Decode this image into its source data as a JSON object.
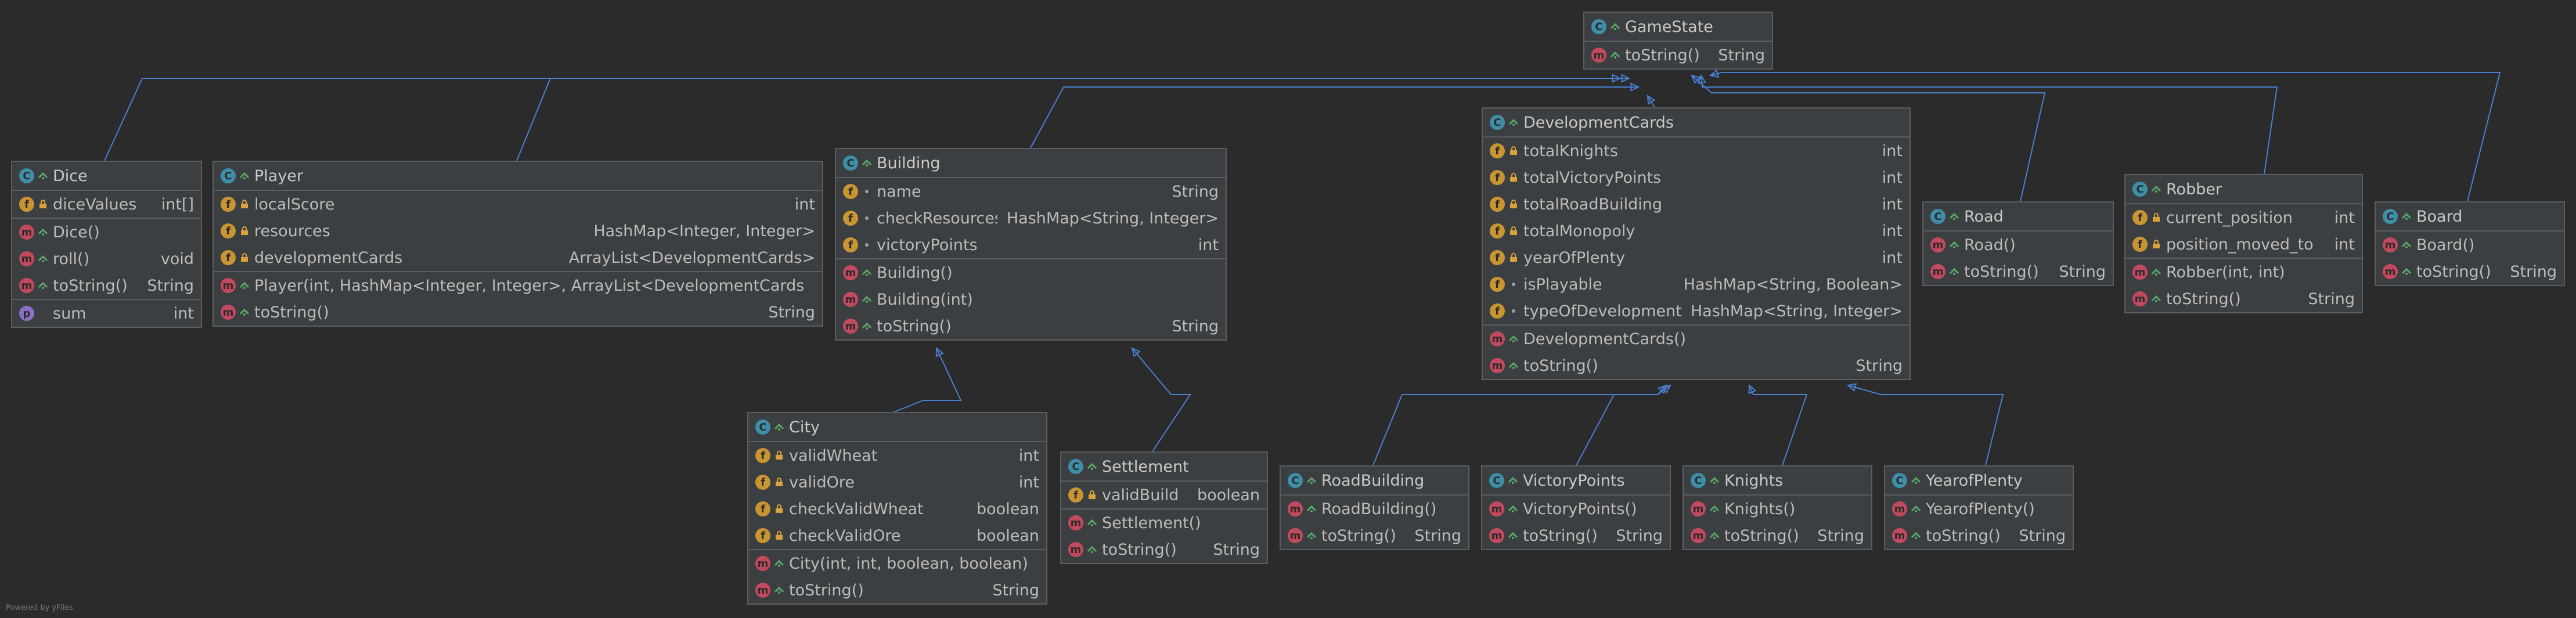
{
  "colors": {
    "background": "#2b2b2b",
    "node_fill": "#3c3f41",
    "edge": "#4a7fd0",
    "class_badge": "#3e8ea8",
    "field_badge": "#c99532",
    "method_badge": "#c34a5e",
    "property_badge": "#8c6fc5"
  },
  "watermark": "Powered by yFiles",
  "classes": {
    "gamestate": {
      "name": "GameState",
      "rows": [
        {
          "kind": "m",
          "name": "toString()",
          "type": "String"
        }
      ]
    },
    "dice": {
      "name": "Dice",
      "rows": [
        {
          "kind": "f",
          "name": "diceValues",
          "type": "int[]"
        },
        {
          "kind": "m",
          "name": "Dice()",
          "type": ""
        },
        {
          "kind": "m",
          "name": "roll()",
          "type": "void"
        },
        {
          "kind": "m",
          "name": "toString()",
          "type": "String"
        },
        {
          "kind": "p",
          "name": "sum",
          "type": "int"
        }
      ]
    },
    "player": {
      "name": "Player",
      "rows": [
        {
          "kind": "f",
          "name": "localScore",
          "type": "int"
        },
        {
          "kind": "f",
          "name": "resources",
          "type": "HashMap<Integer, Integer>"
        },
        {
          "kind": "f",
          "name": "developmentCards",
          "type": "ArrayList<DevelopmentCards>"
        },
        {
          "kind": "m",
          "name": "Player(int, HashMap<Integer, Integer>, ArrayList<DevelopmentCards>)",
          "type": ""
        },
        {
          "kind": "m",
          "name": "toString()",
          "type": "String"
        }
      ]
    },
    "building": {
      "name": "Building",
      "rows": [
        {
          "kind": "f",
          "name": "name",
          "type": "String"
        },
        {
          "kind": "f",
          "name": "checkResources",
          "type": "HashMap<String, Integer>"
        },
        {
          "kind": "f",
          "name": "victoryPoints",
          "type": "int"
        },
        {
          "kind": "m",
          "name": "Building()",
          "type": ""
        },
        {
          "kind": "m",
          "name": "Building(int)",
          "type": ""
        },
        {
          "kind": "m",
          "name": "toString()",
          "type": "String"
        }
      ]
    },
    "developmentcards": {
      "name": "DevelopmentCards",
      "rows": [
        {
          "kind": "f",
          "name": "totalKnights",
          "type": "int"
        },
        {
          "kind": "f",
          "name": "totalVictoryPoints",
          "type": "int"
        },
        {
          "kind": "f",
          "name": "totalRoadBuilding",
          "type": "int"
        },
        {
          "kind": "f",
          "name": "totalMonopoly",
          "type": "int"
        },
        {
          "kind": "f",
          "name": "yearOfPlenty",
          "type": "int"
        },
        {
          "kind": "f",
          "name": "isPlayable",
          "type": "HashMap<String, Boolean>"
        },
        {
          "kind": "f",
          "name": "typeOfDevelopment",
          "type": "HashMap<String, Integer>"
        },
        {
          "kind": "m",
          "name": "DevelopmentCards()",
          "type": ""
        },
        {
          "kind": "m",
          "name": "toString()",
          "type": "String"
        }
      ]
    },
    "road": {
      "name": "Road",
      "rows": [
        {
          "kind": "m",
          "name": "Road()",
          "type": ""
        },
        {
          "kind": "m",
          "name": "toString()",
          "type": "String"
        }
      ]
    },
    "robber": {
      "name": "Robber",
      "rows": [
        {
          "kind": "f",
          "name": "current_position",
          "type": "int"
        },
        {
          "kind": "f",
          "name": "position_moved_to",
          "type": "int"
        },
        {
          "kind": "m",
          "name": "Robber(int, int)",
          "type": ""
        },
        {
          "kind": "m",
          "name": "toString()",
          "type": "String"
        }
      ]
    },
    "board": {
      "name": "Board",
      "rows": [
        {
          "kind": "m",
          "name": "Board()",
          "type": ""
        },
        {
          "kind": "m",
          "name": "toString()",
          "type": "String"
        }
      ]
    },
    "city": {
      "name": "City",
      "rows": [
        {
          "kind": "f",
          "name": "validWheat",
          "type": "int"
        },
        {
          "kind": "f",
          "name": "validOre",
          "type": "int"
        },
        {
          "kind": "f",
          "name": "checkValidWheat",
          "type": "boolean"
        },
        {
          "kind": "f",
          "name": "checkValidOre",
          "type": "boolean"
        },
        {
          "kind": "m",
          "name": "City(int, int, boolean, boolean)",
          "type": ""
        },
        {
          "kind": "m",
          "name": "toString()",
          "type": "String"
        }
      ]
    },
    "settlement": {
      "name": "Settlement",
      "rows": [
        {
          "kind": "f",
          "name": "validBuild",
          "type": "boolean"
        },
        {
          "kind": "m",
          "name": "Settlement()",
          "type": ""
        },
        {
          "kind": "m",
          "name": "toString()",
          "type": "String"
        }
      ]
    },
    "roadbuilding": {
      "name": "RoadBuilding",
      "rows": [
        {
          "kind": "m",
          "name": "RoadBuilding()",
          "type": ""
        },
        {
          "kind": "m",
          "name": "toString()",
          "type": "String"
        }
      ]
    },
    "victorypoints": {
      "name": "VictoryPoints",
      "rows": [
        {
          "kind": "m",
          "name": "VictoryPoints()",
          "type": ""
        },
        {
          "kind": "m",
          "name": "toString()",
          "type": "String"
        }
      ]
    },
    "knights": {
      "name": "Knights",
      "rows": [
        {
          "kind": "m",
          "name": "Knights()",
          "type": ""
        },
        {
          "kind": "m",
          "name": "toString()",
          "type": "String"
        }
      ]
    },
    "yearofplenty": {
      "name": "YearofPlenty",
      "rows": [
        {
          "kind": "m",
          "name": "YearofPlenty()",
          "type": ""
        },
        {
          "kind": "m",
          "name": "toString()",
          "type": "String"
        }
      ]
    }
  }
}
